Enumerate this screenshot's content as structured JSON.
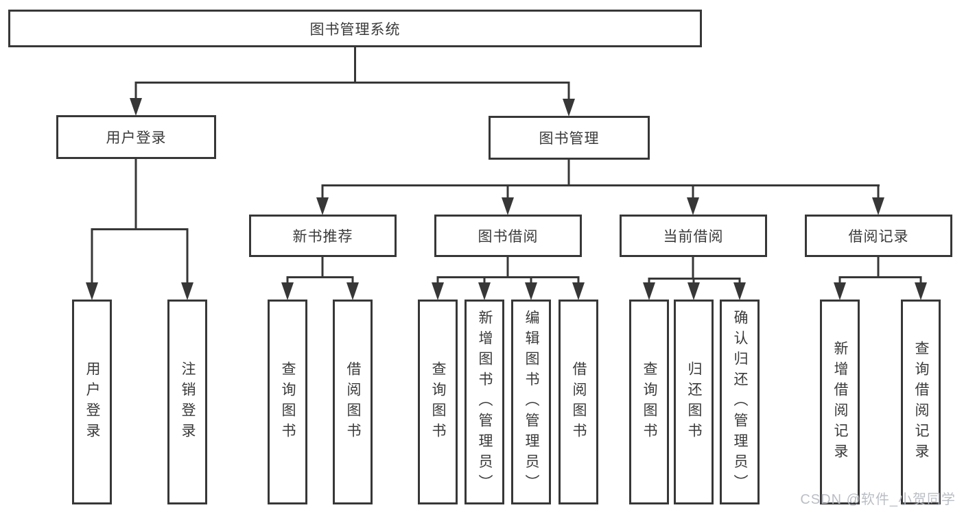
{
  "diagram": {
    "type": "hierarchy-tree",
    "tree": {
      "root": {
        "label": "图书管理系统",
        "children": [
          {
            "label": "用户登录",
            "children": [
              {
                "label": "用户登录"
              },
              {
                "label": "注销登录"
              }
            ]
          },
          {
            "label": "图书管理",
            "children": [
              {
                "label": "新书推荐",
                "children": [
                  {
                    "label": "查询图书"
                  },
                  {
                    "label": "借阅图书"
                  }
                ]
              },
              {
                "label": "图书借阅",
                "children": [
                  {
                    "label": "查询图书"
                  },
                  {
                    "label": "新增图书（管理员）"
                  },
                  {
                    "label": "编辑图书（管理员）"
                  },
                  {
                    "label": "借阅图书"
                  }
                ]
              },
              {
                "label": "当前借阅",
                "children": [
                  {
                    "label": "查询图书"
                  },
                  {
                    "label": "归还图书"
                  },
                  {
                    "label": "确认归还（管理员）"
                  }
                ]
              },
              {
                "label": "借阅记录",
                "children": [
                  {
                    "label": "新增借阅记录"
                  },
                  {
                    "label": "查询借阅记录"
                  }
                ]
              }
            ]
          }
        ]
      }
    },
    "colors": {
      "line": "#373737",
      "text": "#3a3a3a",
      "box_fill": "#ffffff",
      "background": "#ffffff",
      "watermark": "#b7bbc1"
    }
  },
  "watermark": {
    "text": "CSDN @软件_小贺同学"
  }
}
